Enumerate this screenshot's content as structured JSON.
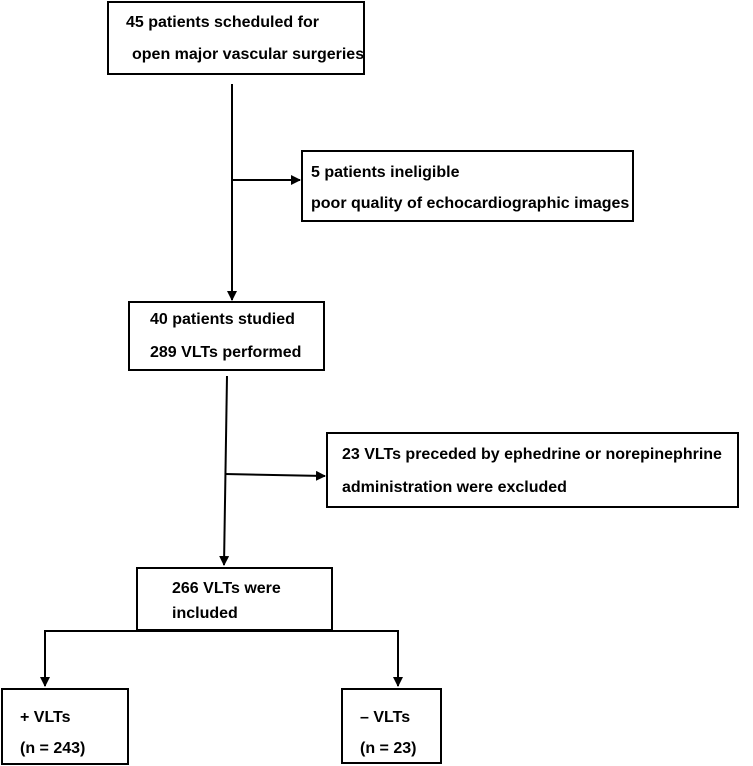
{
  "box_scheduled": {
    "line1": "45 patients scheduled for",
    "line2": "open major vascular surgeries"
  },
  "box_ineligible": {
    "line1": "5 patients ineligible",
    "line2": "poor quality of echocardiographic images"
  },
  "box_studied": {
    "line1": "40 patients studied",
    "line2": "289 VLTs performed"
  },
  "box_excluded": {
    "line1": "23 VLTs preceded by ephedrine or norepinephrine",
    "line2": "administration were excluded"
  },
  "box_included": {
    "line1": "266 VLTs were",
    "line2": "included"
  },
  "box_positive": {
    "line1": "+ VLTs",
    "line2": "(n = 243)"
  },
  "box_negative": {
    "line1": "– VLTs",
    "line2": "(n = 23)"
  }
}
